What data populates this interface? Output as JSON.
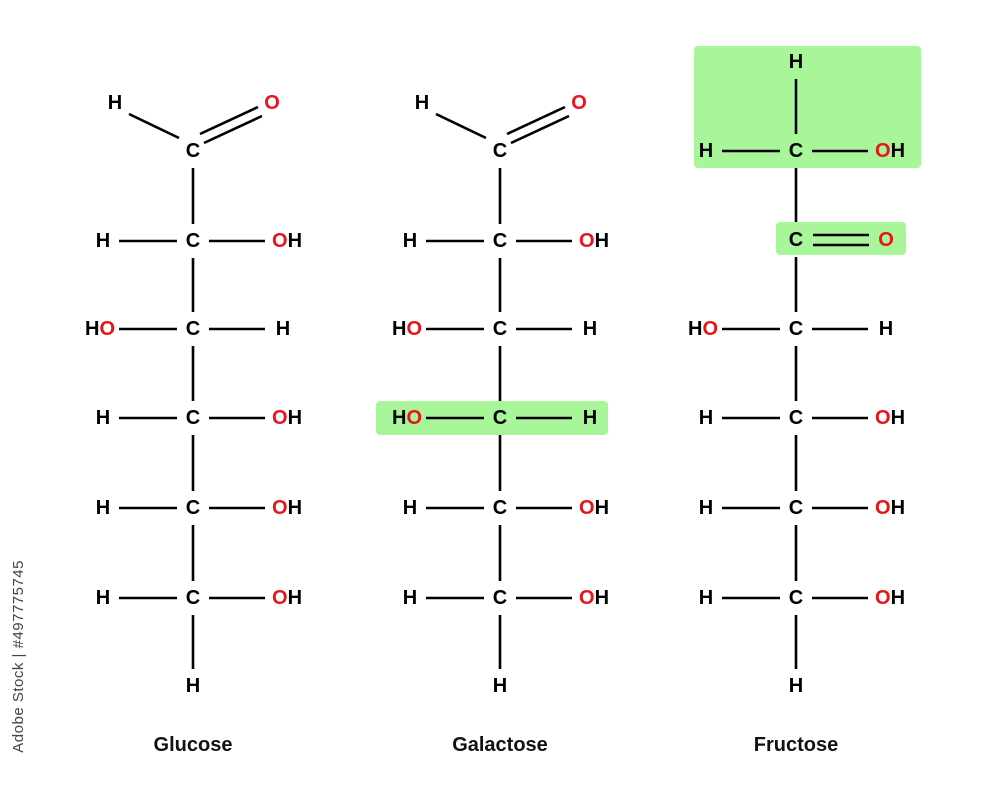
{
  "colors": {
    "carbon": "#000000",
    "hydrogen": "#000000",
    "oxygen": "#e8141b",
    "bond": "#000000",
    "highlight": "#a9f59a"
  },
  "watermark": "Adobe Stock | #497775745",
  "molecules": [
    {
      "name": "Glucose",
      "aldehyde": {
        "C": "C",
        "H": "H",
        "O": "O"
      },
      "rows": [
        {
          "left": "H",
          "right": "OH"
        },
        {
          "left": "HO",
          "right": "H"
        },
        {
          "left": "H",
          "right": "OH"
        },
        {
          "left": "H",
          "right": "OH"
        },
        {
          "left": "H",
          "right": "OH"
        }
      ],
      "bottom": "H"
    },
    {
      "name": "Galactose",
      "aldehyde": {
        "C": "C",
        "H": "H",
        "O": "O"
      },
      "rows": [
        {
          "left": "H",
          "right": "OH"
        },
        {
          "left": "HO",
          "right": "H"
        },
        {
          "left": "HO",
          "right": "H",
          "highlight": true
        },
        {
          "left": "H",
          "right": "OH"
        },
        {
          "left": "H",
          "right": "OH"
        }
      ],
      "bottom": "H"
    },
    {
      "name": "Fructose",
      "top": {
        "H": "H",
        "left": "H",
        "C": "C",
        "right": "OH",
        "highlight": true
      },
      "ketone": {
        "C": "C",
        "O": "O",
        "highlight": true
      },
      "rows": [
        {
          "left": "HO",
          "right": "H"
        },
        {
          "left": "H",
          "right": "OH"
        },
        {
          "left": "H",
          "right": "OH"
        },
        {
          "left": "H",
          "right": "OH"
        }
      ],
      "bottom": "H"
    }
  ]
}
